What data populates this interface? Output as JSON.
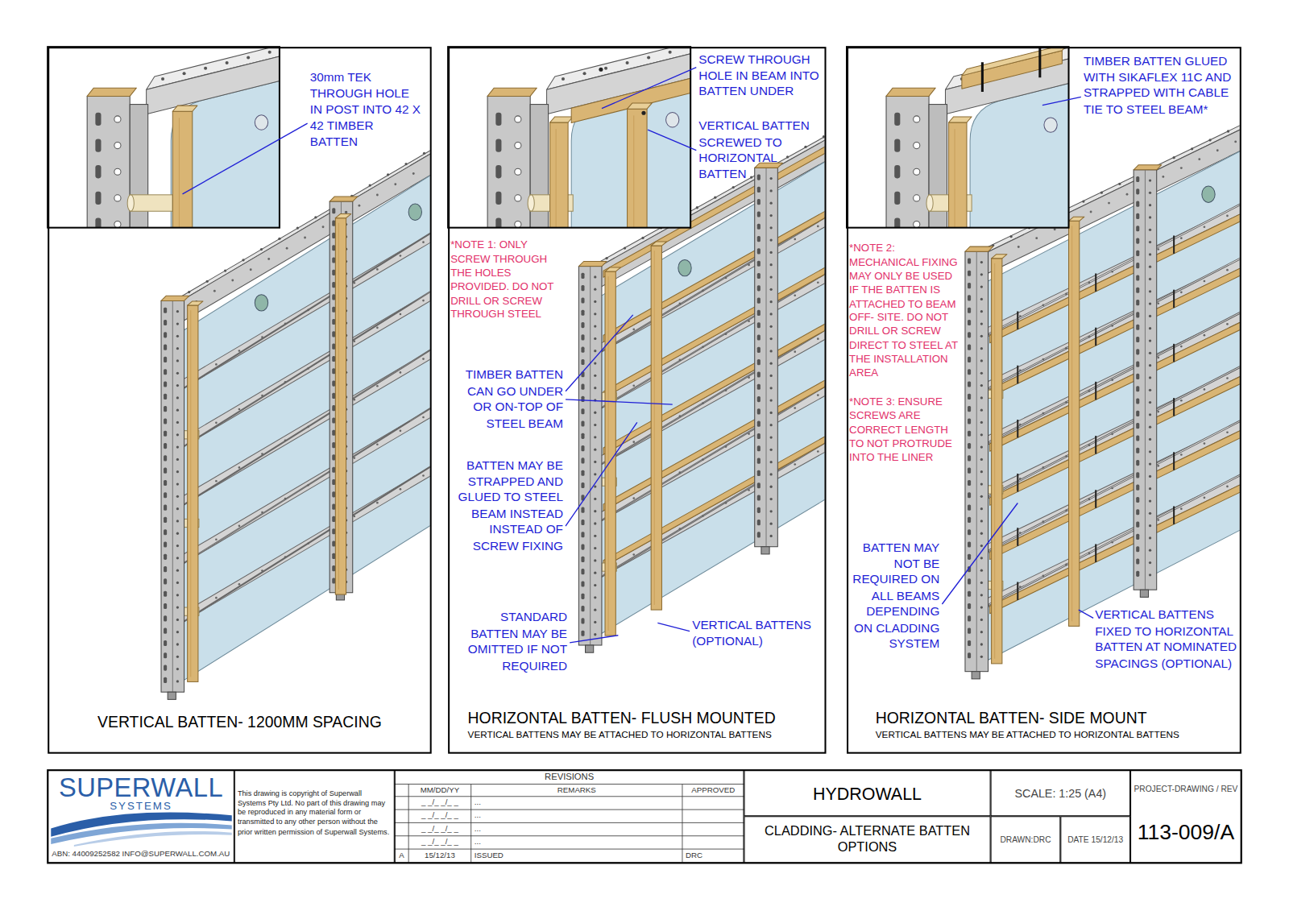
{
  "diagram": {
    "nodes": [
      {
        "text": [
          "VERTICAL BATTEN- 1200MM SPACING"
        ]
      },
      {
        "text": [
          "HORIZONTAL BATTEN- FLUSH MOUNTED",
          "VERTICAL BATTENS MAY BE ATTACHED TO HORIZONTAL BATTENS"
        ]
      },
      {
        "text": [
          "HORIZONTAL BATTEN- SIDE MOUNT",
          "VERTICAL BATTENS MAY BE ATTACHED TO HORIZONTAL BATTENS"
        ]
      },
      {
        "text": [
          "SUPERWALL",
          "SYSTEMS",
          "ABN: 44009252582 INFO@SUPERWALL.COM.AU"
        ]
      },
      {
        "text": [
          "This drawing is copyright of Superwall Systems Pty Ltd. No part of this drawing may be reproduced in any material form or transmitted to any other person without the prior written permission of Superwall Systems."
        ]
      },
      {
        "text": [
          "REVISIONS"
        ]
      },
      {
        "text": [
          "HYDROWALL"
        ]
      },
      {
        "text": [
          "CLADDING- ALTERNATE BATTEN OPTIONS"
        ]
      },
      {
        "text": [
          "SCALE: 1:25 (A4)"
        ]
      },
      {
        "text": [
          "DRAWN:DRC"
        ]
      },
      {
        "text": [
          "DATE 15/12/13"
        ]
      },
      {
        "text": [
          "PROJECT-DRAWING / REV",
          "113-009/A"
        ]
      }
    ],
    "labels": [
      "30mm TEK THROUGH HOLE IN POST INTO 42 X 42 TIMBER BATTEN",
      "SCREW THROUGH HOLE IN BEAM INTO BATTEN UNDER",
      "VERTICAL BATTEN SCREWED TO HORIZONTAL BATTEN",
      "*NOTE 1: ONLY SCREW THROUGH THE HOLES PROVIDED. DO NOT DRILL OR SCREW THROUGH STEEL",
      "TIMBER BATTEN CAN GO UNDER OR ON-TOP OF STEEL BEAM",
      "BATTEN MAY BE STRAPPED AND GLUED TO STEEL BEAM INSTEAD INSTEAD OF SCREW FIXING",
      "STANDARD BATTEN MAY BE OMITTED IF NOT REQUIRED",
      "VERTICAL BATTENS (OPTIONAL)",
      "TIMBER BATTEN GLUED WITH SIKAFLEX 11C AND STRAPPED WITH CABLE TIE TO STEEL BEAM*",
      "*NOTE 2: MECHANICAL FIXING MAY ONLY BE USED IF THE BATTEN IS ATTACHED TO BEAM OFF- SITE. DO NOT DRILL OR SCREW DIRECT TO STEEL AT THE INSTALLATION AREA",
      "*NOTE 3: ENSURE SCREWS ARE CORRECT LENGTH TO NOT PROTRUDE INTO THE LINER",
      "BATTEN MAY NOT BE REQUIRED ON ALL BEAMS DEPENDING ON CLADDING SYSTEM",
      "VERTICAL BATTENS FIXED TO HORIZONTAL BATTEN AT NOMINATED SPACINGS (OPTIONAL)",
      "MM/DD/YY",
      "REMARKS",
      "APPROVED",
      "_ _/_ _/_ _",
      "...",
      "_ _/_ _/_ _",
      "...",
      "_ _/_ _/_ _",
      "...",
      "_ _/_ _/_ _",
      "...",
      "A",
      "15/12/13",
      "ISSUED",
      "DRC"
    ]
  }
}
